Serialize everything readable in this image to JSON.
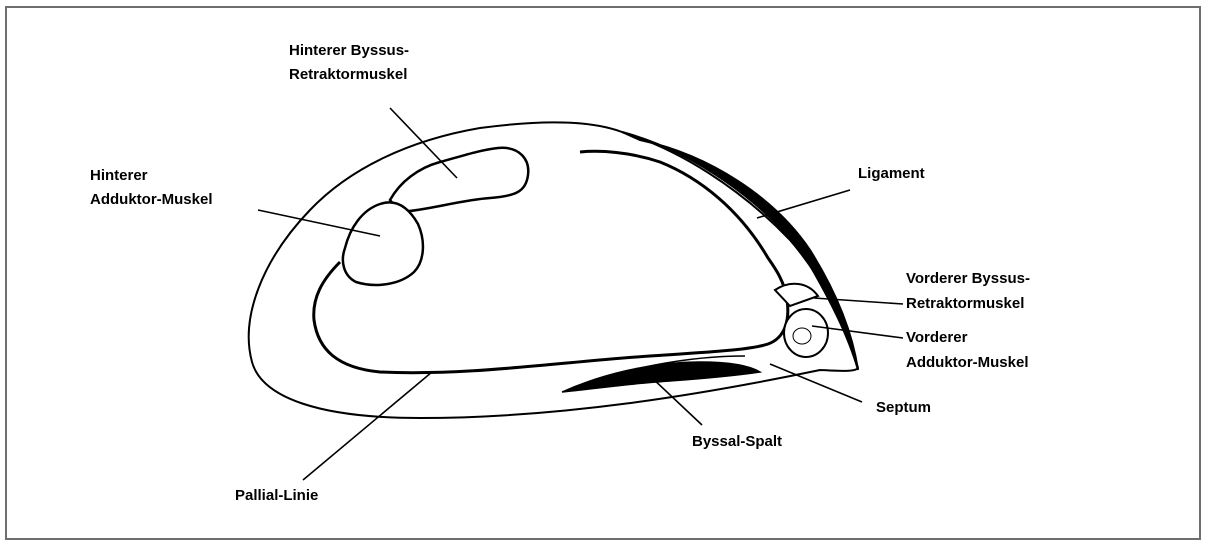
{
  "labels": {
    "posterior_byssus_retractor": [
      "Hinterer Byssus-",
      "Retraktormuskel"
    ],
    "posterior_adductor": [
      "Hinterer",
      "Adduktor-Muskel"
    ],
    "ligament": "Ligament",
    "anterior_byssus_retractor": [
      "Vorderer Byssus-",
      "Retraktormuskel"
    ],
    "anterior_adductor": [
      "Vorderer",
      "Adduktor-Muskel"
    ],
    "septum": "Septum",
    "byssal_gape": "Byssal-Spalt",
    "pallial_line": "Pallial-Linie"
  },
  "colors": {
    "frame": "#6e6e6e",
    "ink": "#000000",
    "background": "#ffffff"
  }
}
